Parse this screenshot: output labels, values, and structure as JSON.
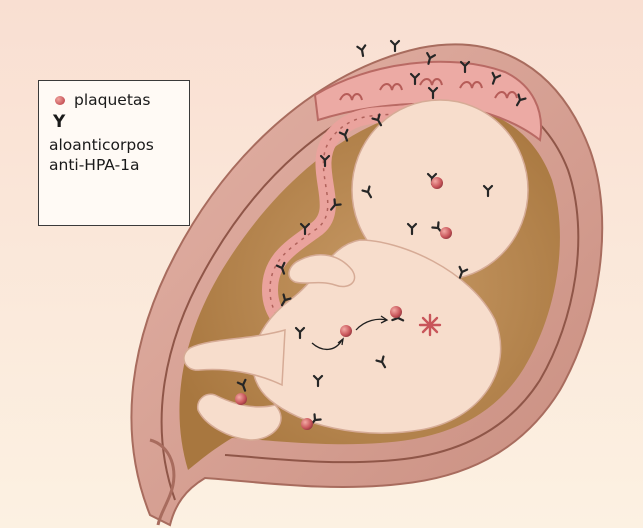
{
  "legend": {
    "platelets_label": "plaquetas",
    "antibody_symbol": "Y",
    "antibody_label_line1": "aloanticorpos",
    "antibody_label_line2": "anti-HPA-1a"
  },
  "colors": {
    "background": "#fbe9dc",
    "uterus_wall": "#d9a394",
    "amniotic_space": "#b8874f",
    "placenta": "#e9a7a2",
    "fetus_skin": "#f6dccb",
    "antibody": "#2a2a2a",
    "platelet": "#c8555a"
  }
}
